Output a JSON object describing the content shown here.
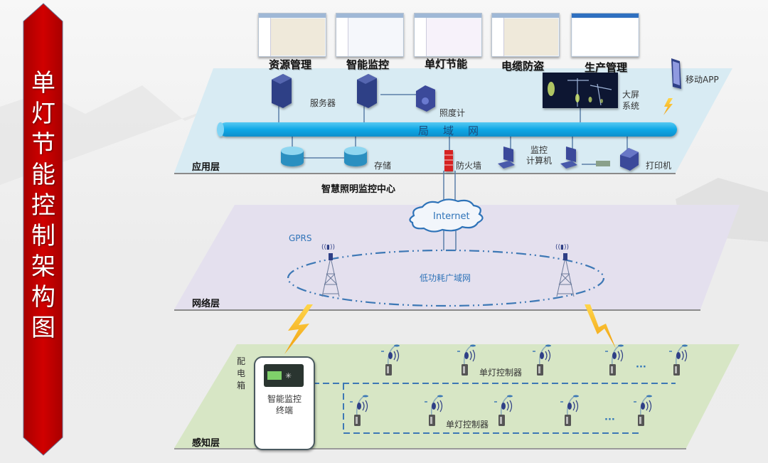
{
  "title": "单灯节能控制架构图",
  "title_chars": [
    "单",
    "灯",
    "节",
    "能",
    "控",
    "制",
    "架",
    "构",
    "图"
  ],
  "colors": {
    "banner": "#c00000",
    "app_layer": "#d8ebf3",
    "net_layer": "#e4e0ee",
    "sense_layer": "#d7e6c5",
    "lan_bus": "#14aee8",
    "link_blue": "#2e73b8",
    "bolt": "#f5b41c"
  },
  "applications": [
    {
      "label": "资源管理",
      "kind": "map"
    },
    {
      "label": "智能监控",
      "kind": "dashboard"
    },
    {
      "label": "单灯节能",
      "kind": "chart"
    },
    {
      "label": "电缆防盗",
      "kind": "map"
    },
    {
      "label": "生产管理",
      "kind": "table"
    }
  ],
  "app_layer": {
    "name": "应用层",
    "center_name": "智慧照明监控中心",
    "lan_label": "局域网",
    "devices": {
      "server": "服务器",
      "lux_meter": "照度计",
      "storage": "存储",
      "firewall": "防火墙",
      "monitor_pc": "监控\n计算机",
      "monitor_pc_lines": [
        "监控",
        "计算机"
      ],
      "printer": "打印机",
      "big_screen_lines": [
        "大屏",
        "系统"
      ],
      "mobile_app": "移动APP"
    }
  },
  "network_layer": {
    "name": "网络层",
    "internet": "Internet",
    "gprs": "GPRS",
    "lpwan": "低功耗广域网"
  },
  "sensing_layer": {
    "name": "感知层",
    "distribution_box_chars": [
      "配",
      "电",
      "箱"
    ],
    "terminal_lines": [
      "智能监控",
      "终端"
    ],
    "row1_label": "单灯控制器",
    "row2_label": "单灯控制器",
    "ellipsis": "···"
  }
}
